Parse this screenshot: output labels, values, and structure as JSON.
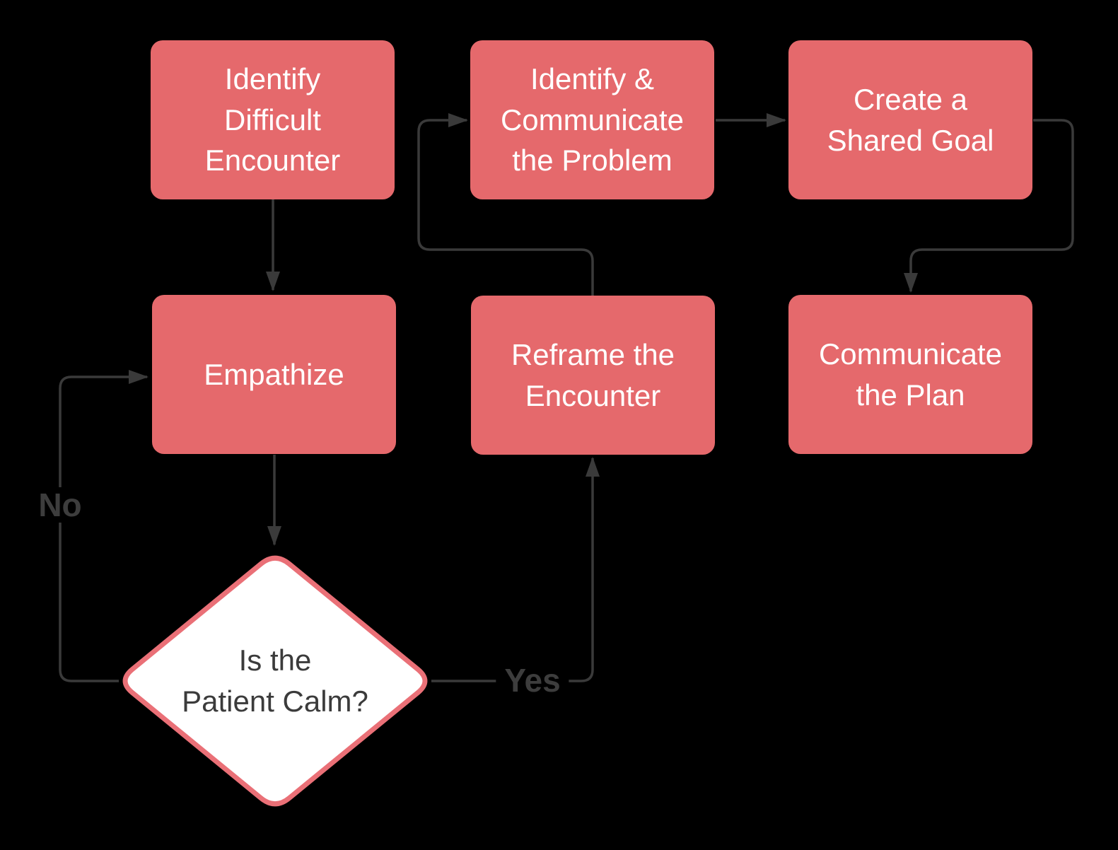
{
  "colors": {
    "background": "#000000",
    "node-fill": "#e5696c",
    "node-text": "#ffffff",
    "decision-fill": "#ffffff",
    "decision-border": "#ea7077",
    "decision-text": "#3b3b3b",
    "connector-color": "#3a3a3a",
    "label-color": "#3d3d3d"
  },
  "nodes": {
    "identify": {
      "label": "Identify\nDifficult\nEncounter"
    },
    "communicate_problem": {
      "label": "Identify &\nCommunicate\nthe Problem"
    },
    "shared_goal": {
      "label": "Create a\nShared Goal"
    },
    "empathize": {
      "label": "Empathize"
    },
    "reframe": {
      "label": "Reframe the\nEncounter"
    },
    "communicate_plan": {
      "label": "Communicate\nthe Plan"
    },
    "decision": {
      "label": "Is the\nPatient Calm?"
    }
  },
  "edge_labels": {
    "no": "No",
    "yes": "Yes"
  }
}
